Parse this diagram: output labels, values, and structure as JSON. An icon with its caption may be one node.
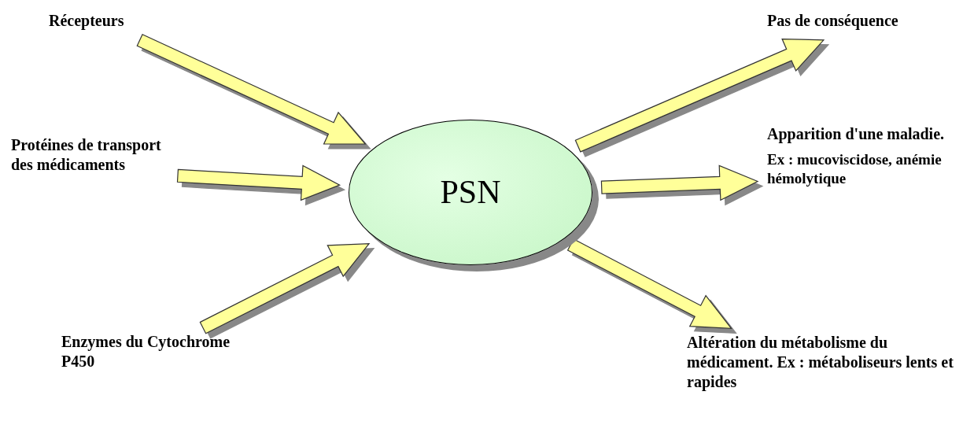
{
  "diagram": {
    "nodes": [
      {
        "text": [
          "Récepteurs"
        ]
      },
      {
        "text": [
          "Protéines de transport des médicaments"
        ]
      },
      {
        "text": [
          "Enzymes du Cytochrome P450"
        ]
      },
      {
        "text": [
          "PSN"
        ]
      },
      {
        "text": [
          "Pas de conséquence"
        ]
      },
      {
        "text": [
          "Apparition d'une maladie.",
          "Ex : mucoviscidose, anémie hémolytique"
        ]
      },
      {
        "text": [
          "Altération du métabolisme du médicament. Ex : métaboliseurs lents et rapides"
        ]
      }
    ],
    "edges": [
      {
        "from": 0,
        "to": 3,
        "arrow": "to"
      },
      {
        "from": 1,
        "to": 3,
        "arrow": "to"
      },
      {
        "from": 2,
        "to": 3,
        "arrow": "to"
      },
      {
        "from": 3,
        "to": 4,
        "arrow": "to"
      },
      {
        "from": 3,
        "to": 5,
        "arrow": "to"
      },
      {
        "from": 3,
        "to": 6,
        "arrow": "to"
      }
    ]
  }
}
